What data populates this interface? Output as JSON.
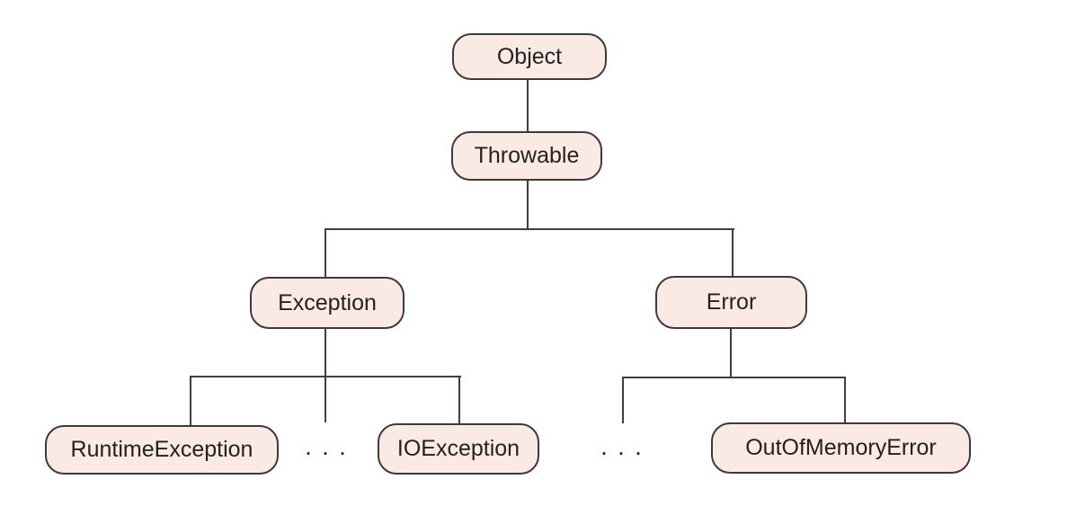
{
  "diagram": {
    "type": "tree",
    "description": "Throwable class hierarchy",
    "nodes": {
      "object": {
        "label": "Object"
      },
      "throwable": {
        "label": "Throwable"
      },
      "exception": {
        "label": "Exception"
      },
      "error": {
        "label": "Error"
      },
      "runtime_exception": {
        "label": "RuntimeException"
      },
      "exception_ellipsis": {
        "label": ". . ."
      },
      "io_exception": {
        "label": "IOException"
      },
      "error_ellipsis": {
        "label": ". . ."
      },
      "out_of_memory_error": {
        "label": "OutOfMemoryError"
      }
    },
    "edges": [
      {
        "from": "Object",
        "to": "Throwable"
      },
      {
        "from": "Throwable",
        "to": "Exception"
      },
      {
        "from": "Throwable",
        "to": "Error"
      },
      {
        "from": "Exception",
        "to": "RuntimeException"
      },
      {
        "from": "Exception",
        "to": ". . ."
      },
      {
        "from": "Exception",
        "to": "IOException"
      },
      {
        "from": "Error",
        "to": ". . ."
      },
      {
        "from": "Error",
        "to": "OutOfMemoryError"
      }
    ],
    "colors": {
      "node_fill": "#fbe9e3",
      "node_border": "#3b3b3b",
      "line": "#3f3f3f",
      "text": "#222222",
      "bg": "#ffffff"
    }
  }
}
